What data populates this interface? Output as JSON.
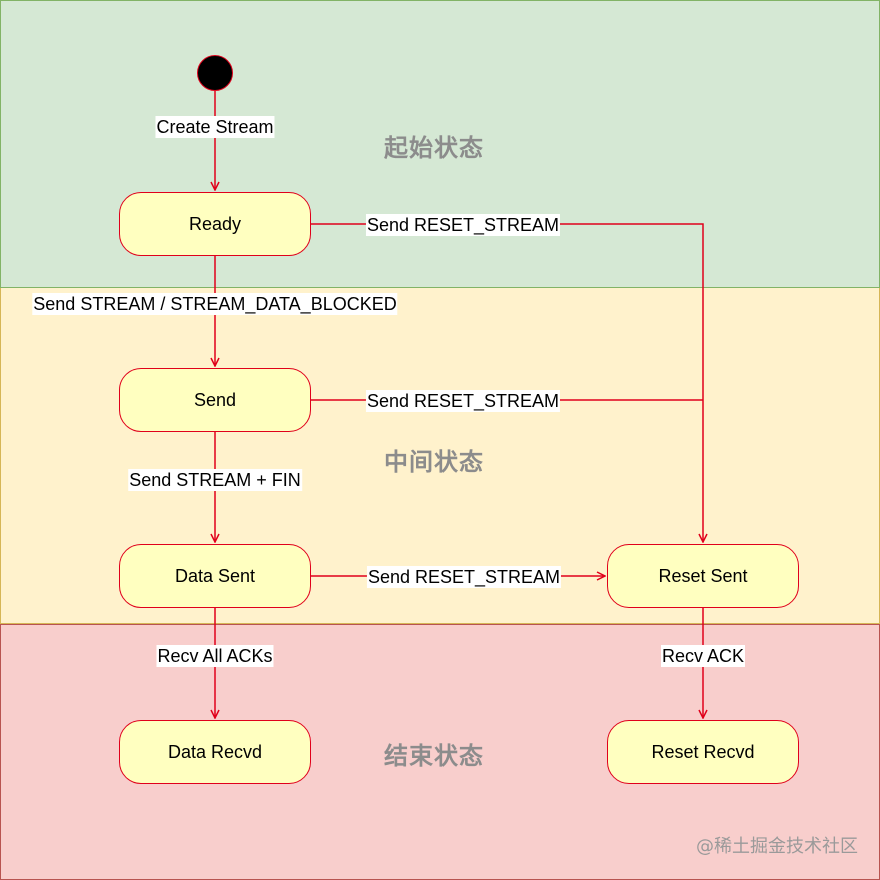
{
  "zones": {
    "start": "起始状态",
    "middle": "中间状态",
    "end": "结束状态"
  },
  "states": {
    "ready": "Ready",
    "send": "Send",
    "data_sent": "Data Sent",
    "reset_sent": "Reset Sent",
    "data_recvd": "Data Recvd",
    "reset_recvd": "Reset Recvd"
  },
  "transitions": {
    "create_stream": "Create Stream",
    "send_stream_blocked": "Send STREAM / STREAM_DATA_BLOCKED",
    "send_stream_fin": "Send STREAM + FIN",
    "recv_all_acks": "Recv All ACKs",
    "recv_ack": "Recv ACK",
    "reset_from_ready": "Send RESET_STREAM",
    "reset_from_send": "Send RESET_STREAM",
    "reset_from_data_sent": "Send RESET_STREAM"
  },
  "colors": {
    "start_zone": "#d5e8d4",
    "middle_zone": "#fff2cc",
    "end_zone": "#f8cecc",
    "state_fill": "#ffffc0",
    "edge": "#e0001b"
  },
  "watermark": "@稀土掘金技术社区"
}
